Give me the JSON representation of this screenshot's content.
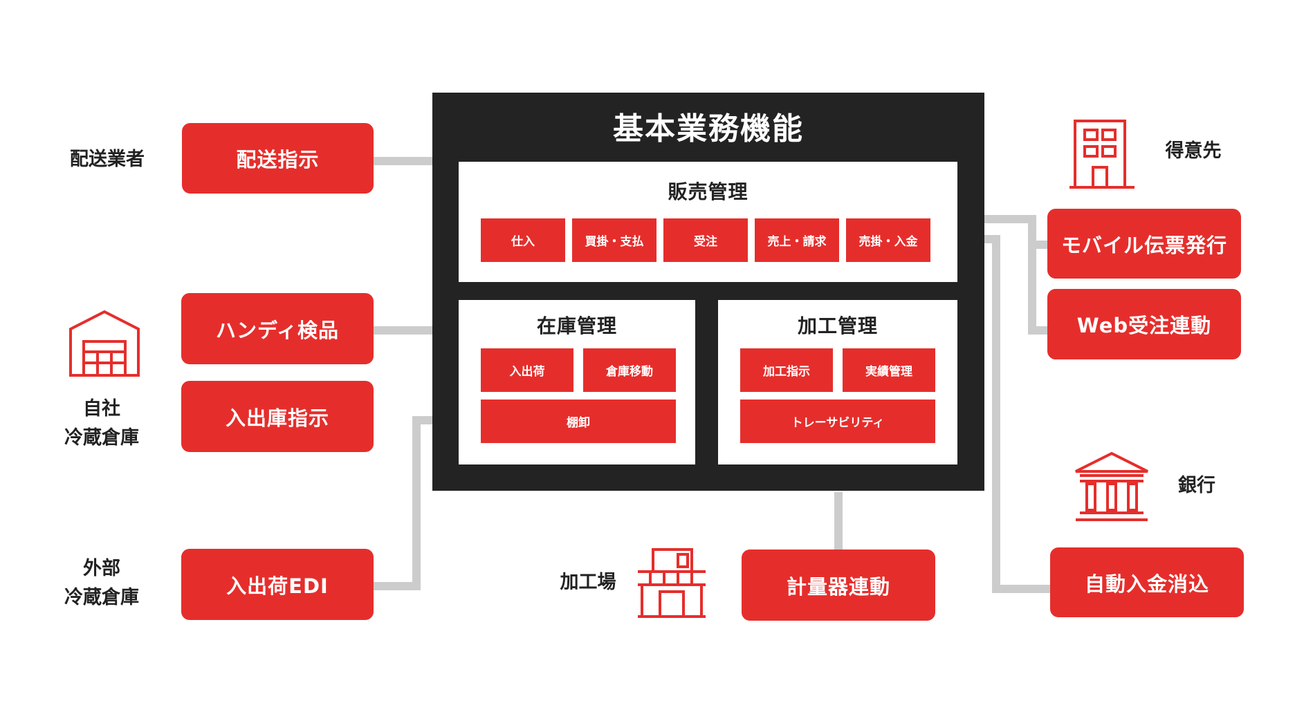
{
  "colors": {
    "accent": "#e52e2c",
    "core_bg": "#232323",
    "panel_bg": "#ffffff",
    "connector": "#cccccc",
    "text": "#222222"
  },
  "core": {
    "title": "基本業務機能",
    "sales": {
      "title": "販売管理",
      "items": [
        "仕入",
        "買掛・支払",
        "受注",
        "売上・請求",
        "売掛・入金"
      ]
    },
    "inventory": {
      "title": "在庫管理",
      "items": [
        "入出荷",
        "倉庫移動",
        "棚卸"
      ]
    },
    "processing": {
      "title": "加工管理",
      "items": [
        "加工指示",
        "実績管理",
        "トレーサビリティ"
      ]
    }
  },
  "left": {
    "delivery": {
      "label": "配送業者",
      "box": "配送指示"
    },
    "own_warehouse": {
      "label_1": "自社",
      "label_2": "冷蔵倉庫",
      "icon": "warehouse-icon",
      "boxes": [
        "ハンディ検品",
        "入出庫指示"
      ]
    },
    "external_warehouse": {
      "label_1": "外部",
      "label_2": "冷蔵倉庫",
      "box": "入出荷EDI"
    }
  },
  "bottom": {
    "factory": {
      "label": "加工場",
      "icon": "factory-icon",
      "box": "計量器連動"
    }
  },
  "right": {
    "customer": {
      "label": "得意先",
      "icon": "office-building-icon",
      "boxes": [
        "モバイル伝票発行",
        "Web受注連動"
      ]
    },
    "bank": {
      "label": "銀行",
      "icon": "bank-icon",
      "box": "自動入金消込"
    }
  }
}
